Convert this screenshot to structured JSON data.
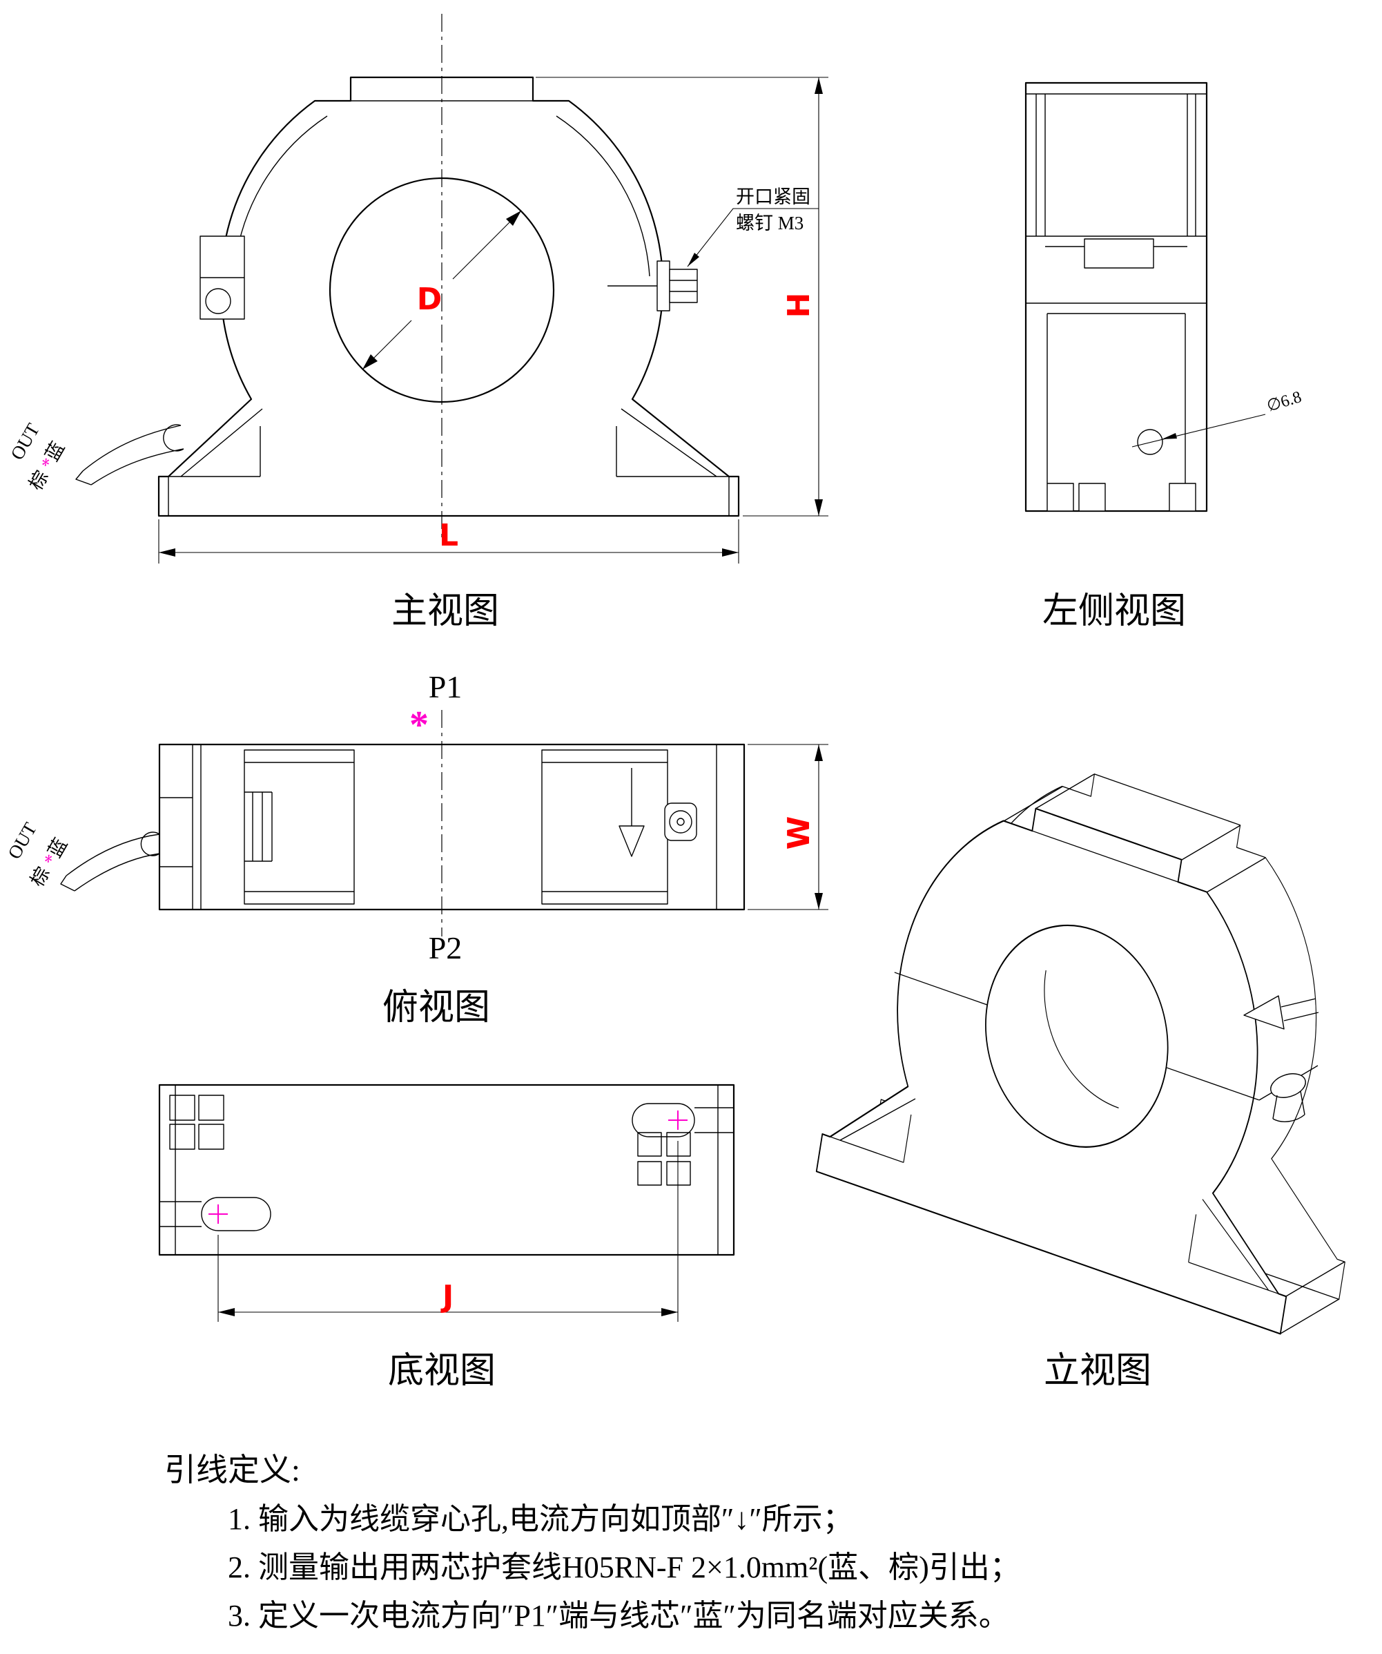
{
  "drawing": {
    "background": "#ffffff",
    "line_color": "#000000",
    "dim_color": "#ff0000",
    "mark_color": "#ff00cc"
  },
  "front_view": {
    "title": "主视图",
    "dim_d": "D",
    "dim_h": "H",
    "dim_l": "L",
    "screw_note_line1": "开口紧固",
    "screw_note_line2": "螺钉  M3",
    "wire_out": "OUT",
    "wire_star": "*",
    "wire_blue": "蓝",
    "wire_brown": "棕"
  },
  "left_view": {
    "title": "左侧视图",
    "hole_dim": "∅6.8"
  },
  "top_view": {
    "title": "俯视图",
    "p1": "P1",
    "p2": "P2",
    "star": "*",
    "dim_w": "W",
    "wire_out": "OUT",
    "wire_star": "*",
    "wire_blue": "蓝",
    "wire_brown": "棕"
  },
  "bottom_view": {
    "title": "底视图",
    "dim_j": "J"
  },
  "iso_view": {
    "title": "立视图"
  },
  "notes": {
    "title": "引线定义:",
    "item1": "1.  输入为线缆穿心孔,电流方向如顶部″↓″所示；",
    "item2": "2.  测量输出用两芯护套线H05RN-F 2×1.0mm²(蓝、棕)引出；",
    "item3": "3.  定义一次电流方向″P1″端与线芯″蓝″为同名端对应关系。"
  }
}
